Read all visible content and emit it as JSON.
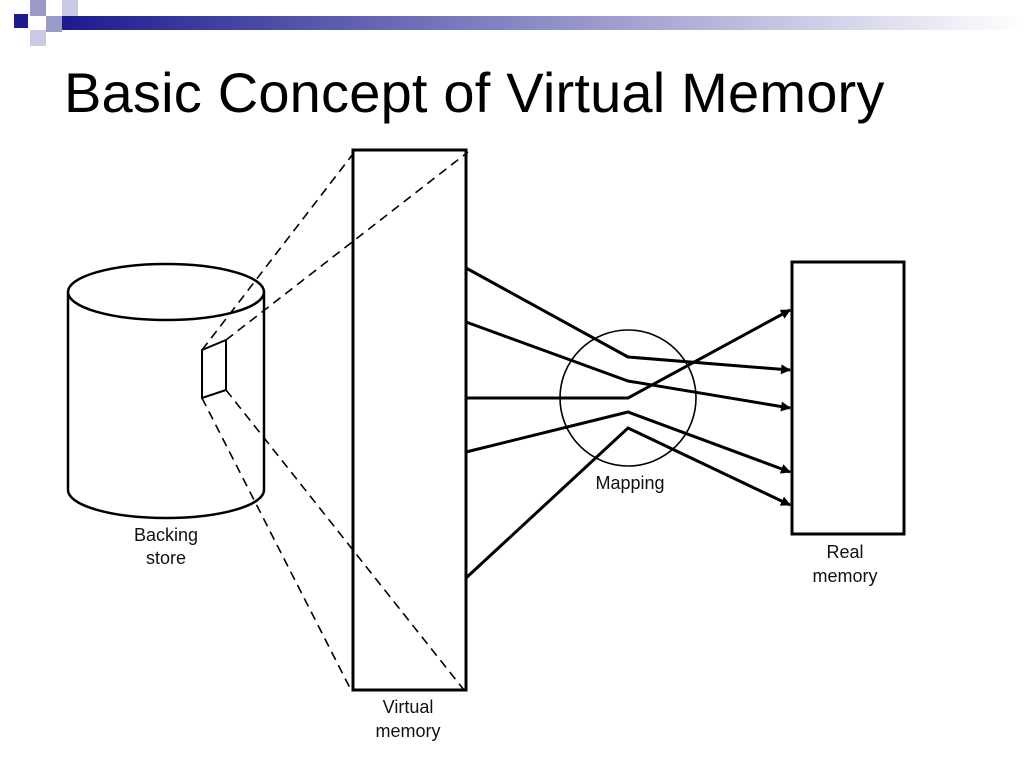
{
  "slide": {
    "title": "Basic Concept of Virtual Memory",
    "accent_color": "#1b1b8f"
  },
  "diagram": {
    "labels": {
      "backing_store_line1": "Backing",
      "backing_store_line2": "store",
      "virtual_memory_line1": "Virtual",
      "virtual_memory_line2": "memory",
      "mapping": "Mapping",
      "real_memory_line1": "Real",
      "real_memory_line2": "memory"
    }
  }
}
